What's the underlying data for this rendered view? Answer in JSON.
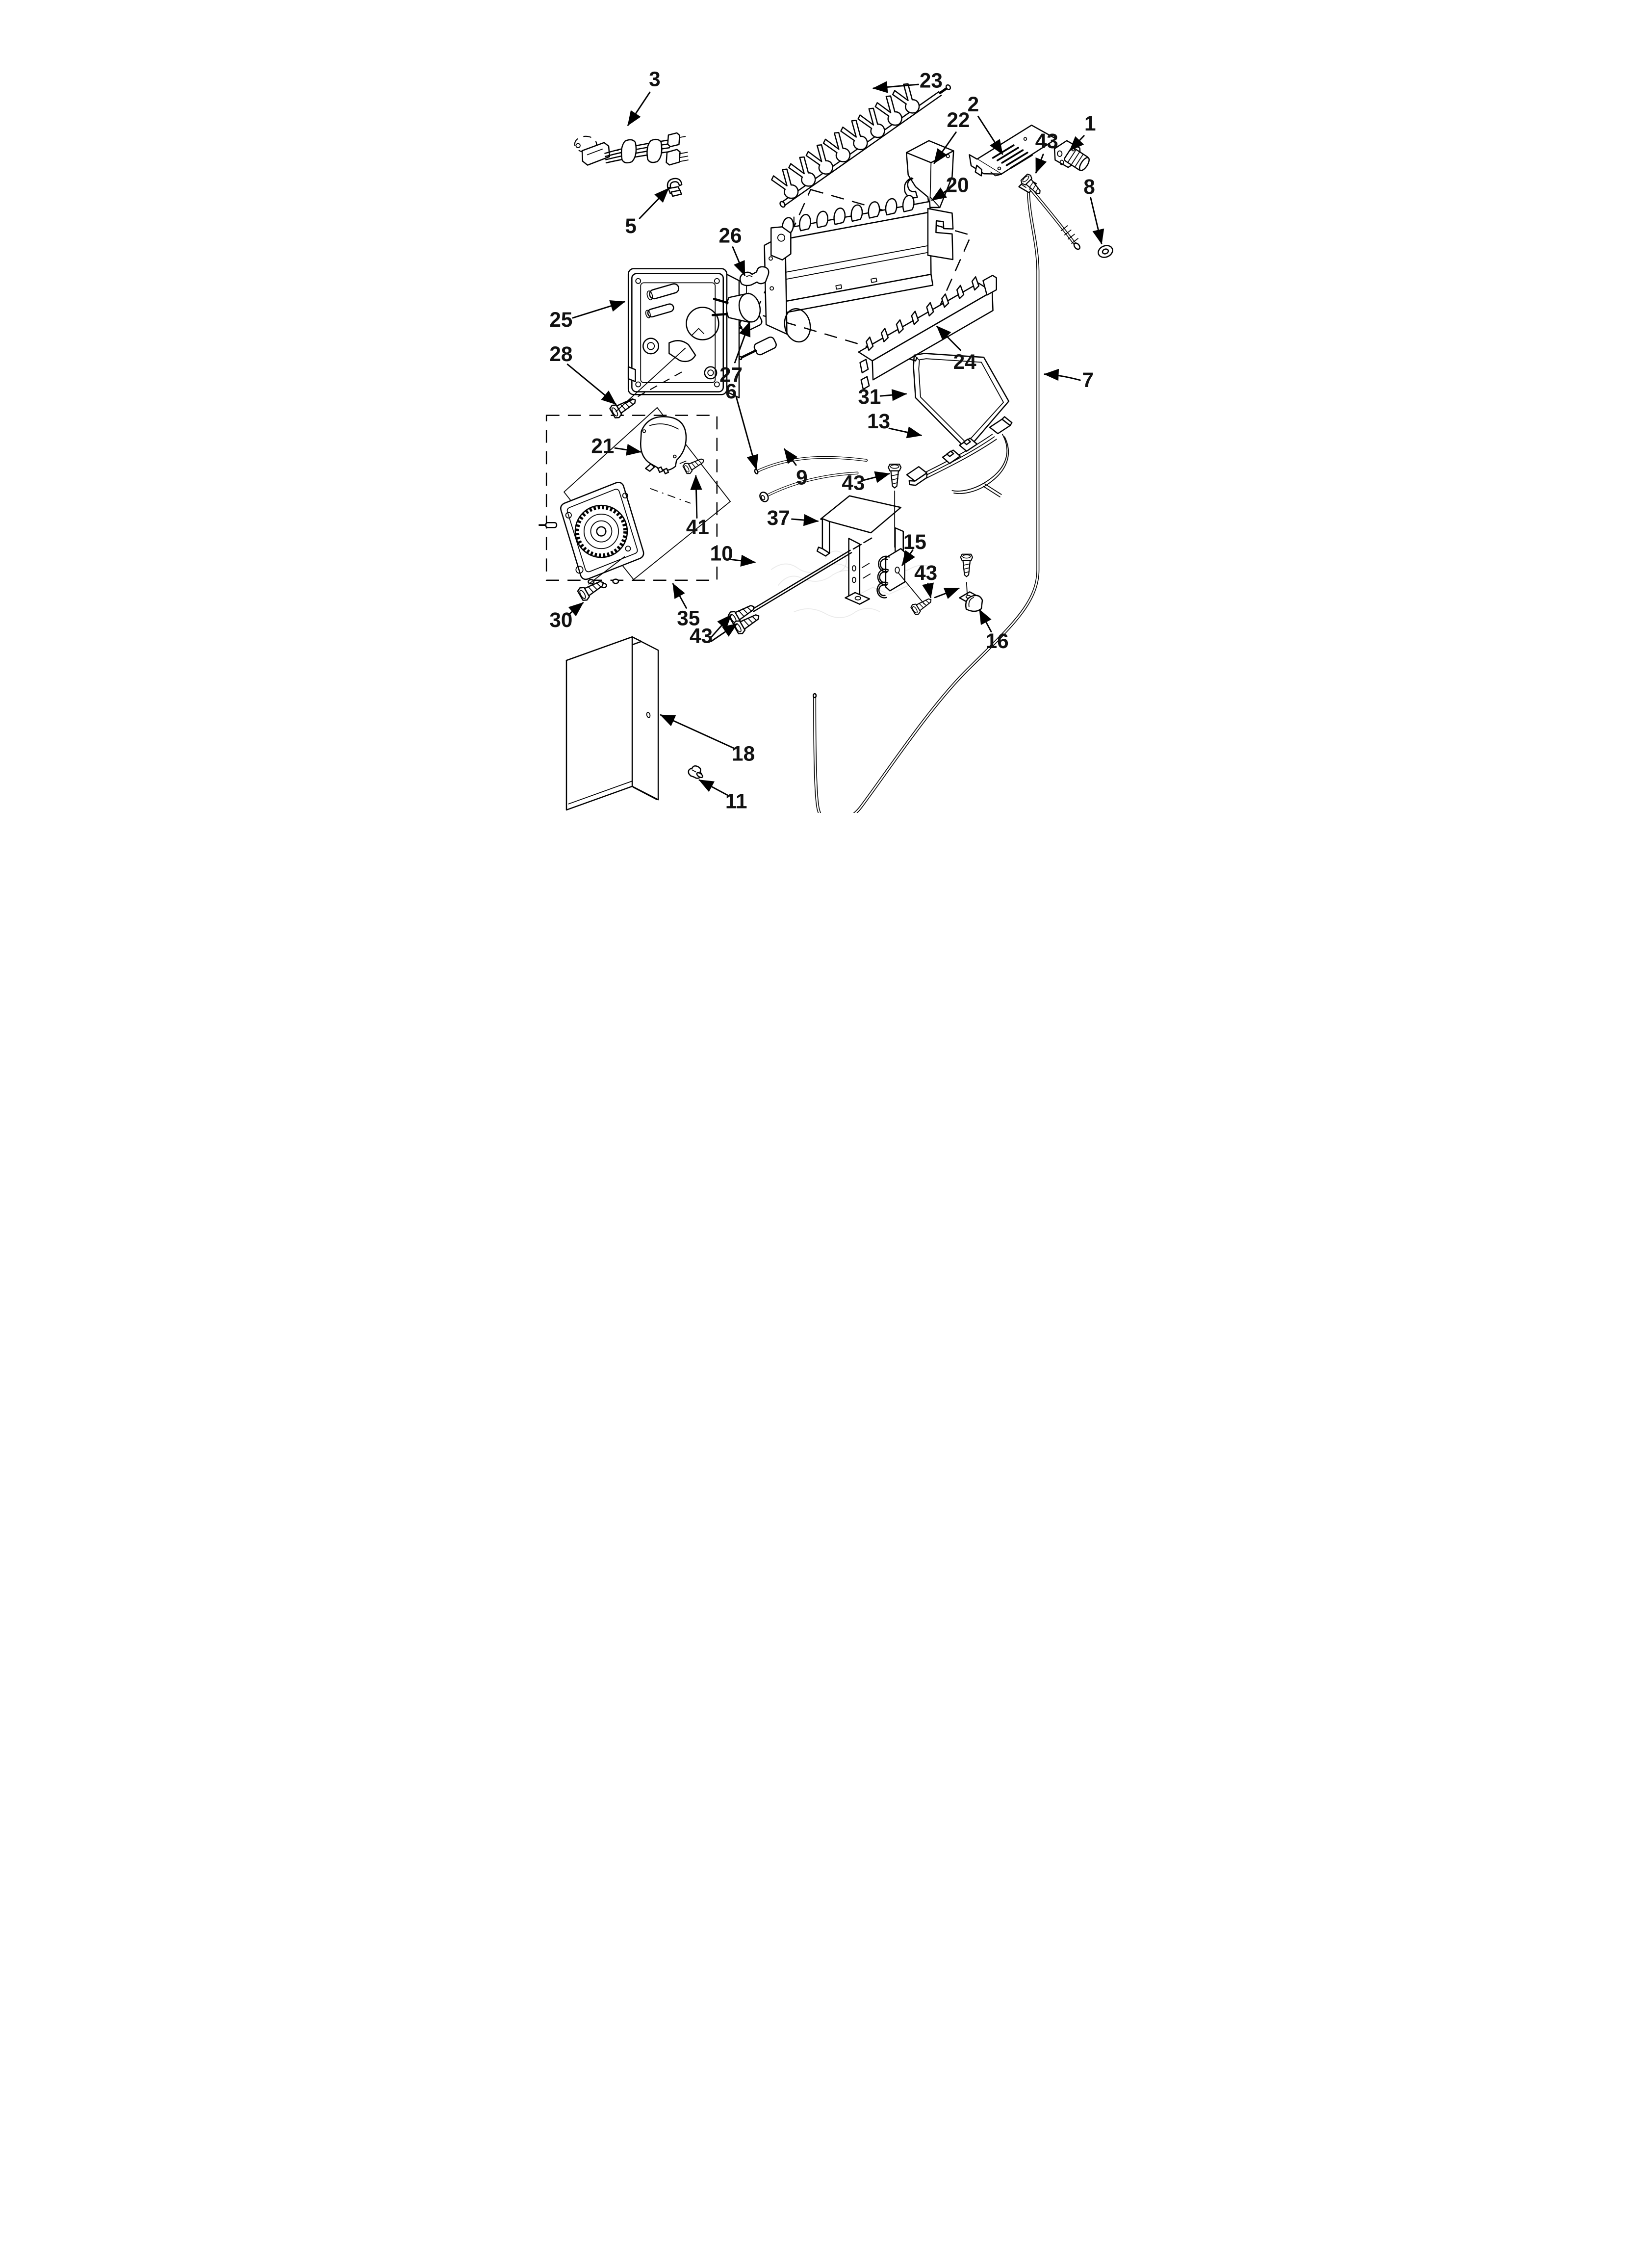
{
  "page": {
    "background": "#ffffff",
    "line_color": "#000000",
    "label_color": "#111111",
    "watermark_color": "#8a8a8a"
  },
  "diagram": {
    "type": "exploded-parts-diagram",
    "callout_count": 32,
    "callouts": [
      {
        "ref": "3",
        "label": "3"
      },
      {
        "ref": "23",
        "label": "23"
      },
      {
        "ref": "2",
        "label": "2"
      },
      {
        "ref": "1",
        "label": "1"
      },
      {
        "ref": "43a",
        "label": "43"
      },
      {
        "ref": "22",
        "label": "22"
      },
      {
        "ref": "8",
        "label": "8"
      },
      {
        "ref": "20",
        "label": "20"
      },
      {
        "ref": "5",
        "label": "5"
      },
      {
        "ref": "26",
        "label": "26"
      },
      {
        "ref": "25",
        "label": "25"
      },
      {
        "ref": "28",
        "label": "28"
      },
      {
        "ref": "27",
        "label": "27"
      },
      {
        "ref": "6",
        "label": "6"
      },
      {
        "ref": "7",
        "label": "7"
      },
      {
        "ref": "31",
        "label": "31"
      },
      {
        "ref": "24",
        "label": "24"
      },
      {
        "ref": "13",
        "label": "13"
      },
      {
        "ref": "21",
        "label": "21"
      },
      {
        "ref": "41",
        "label": "41"
      },
      {
        "ref": "9",
        "label": "9"
      },
      {
        "ref": "43b",
        "label": "43"
      },
      {
        "ref": "37",
        "label": "37"
      },
      {
        "ref": "10",
        "label": "10"
      },
      {
        "ref": "15",
        "label": "15"
      },
      {
        "ref": "43c",
        "label": "43"
      },
      {
        "ref": "30",
        "label": "30"
      },
      {
        "ref": "35",
        "label": "35"
      },
      {
        "ref": "43d",
        "label": "43"
      },
      {
        "ref": "16",
        "label": "16"
      },
      {
        "ref": "18",
        "label": "18"
      },
      {
        "ref": "11",
        "label": "11"
      }
    ]
  }
}
